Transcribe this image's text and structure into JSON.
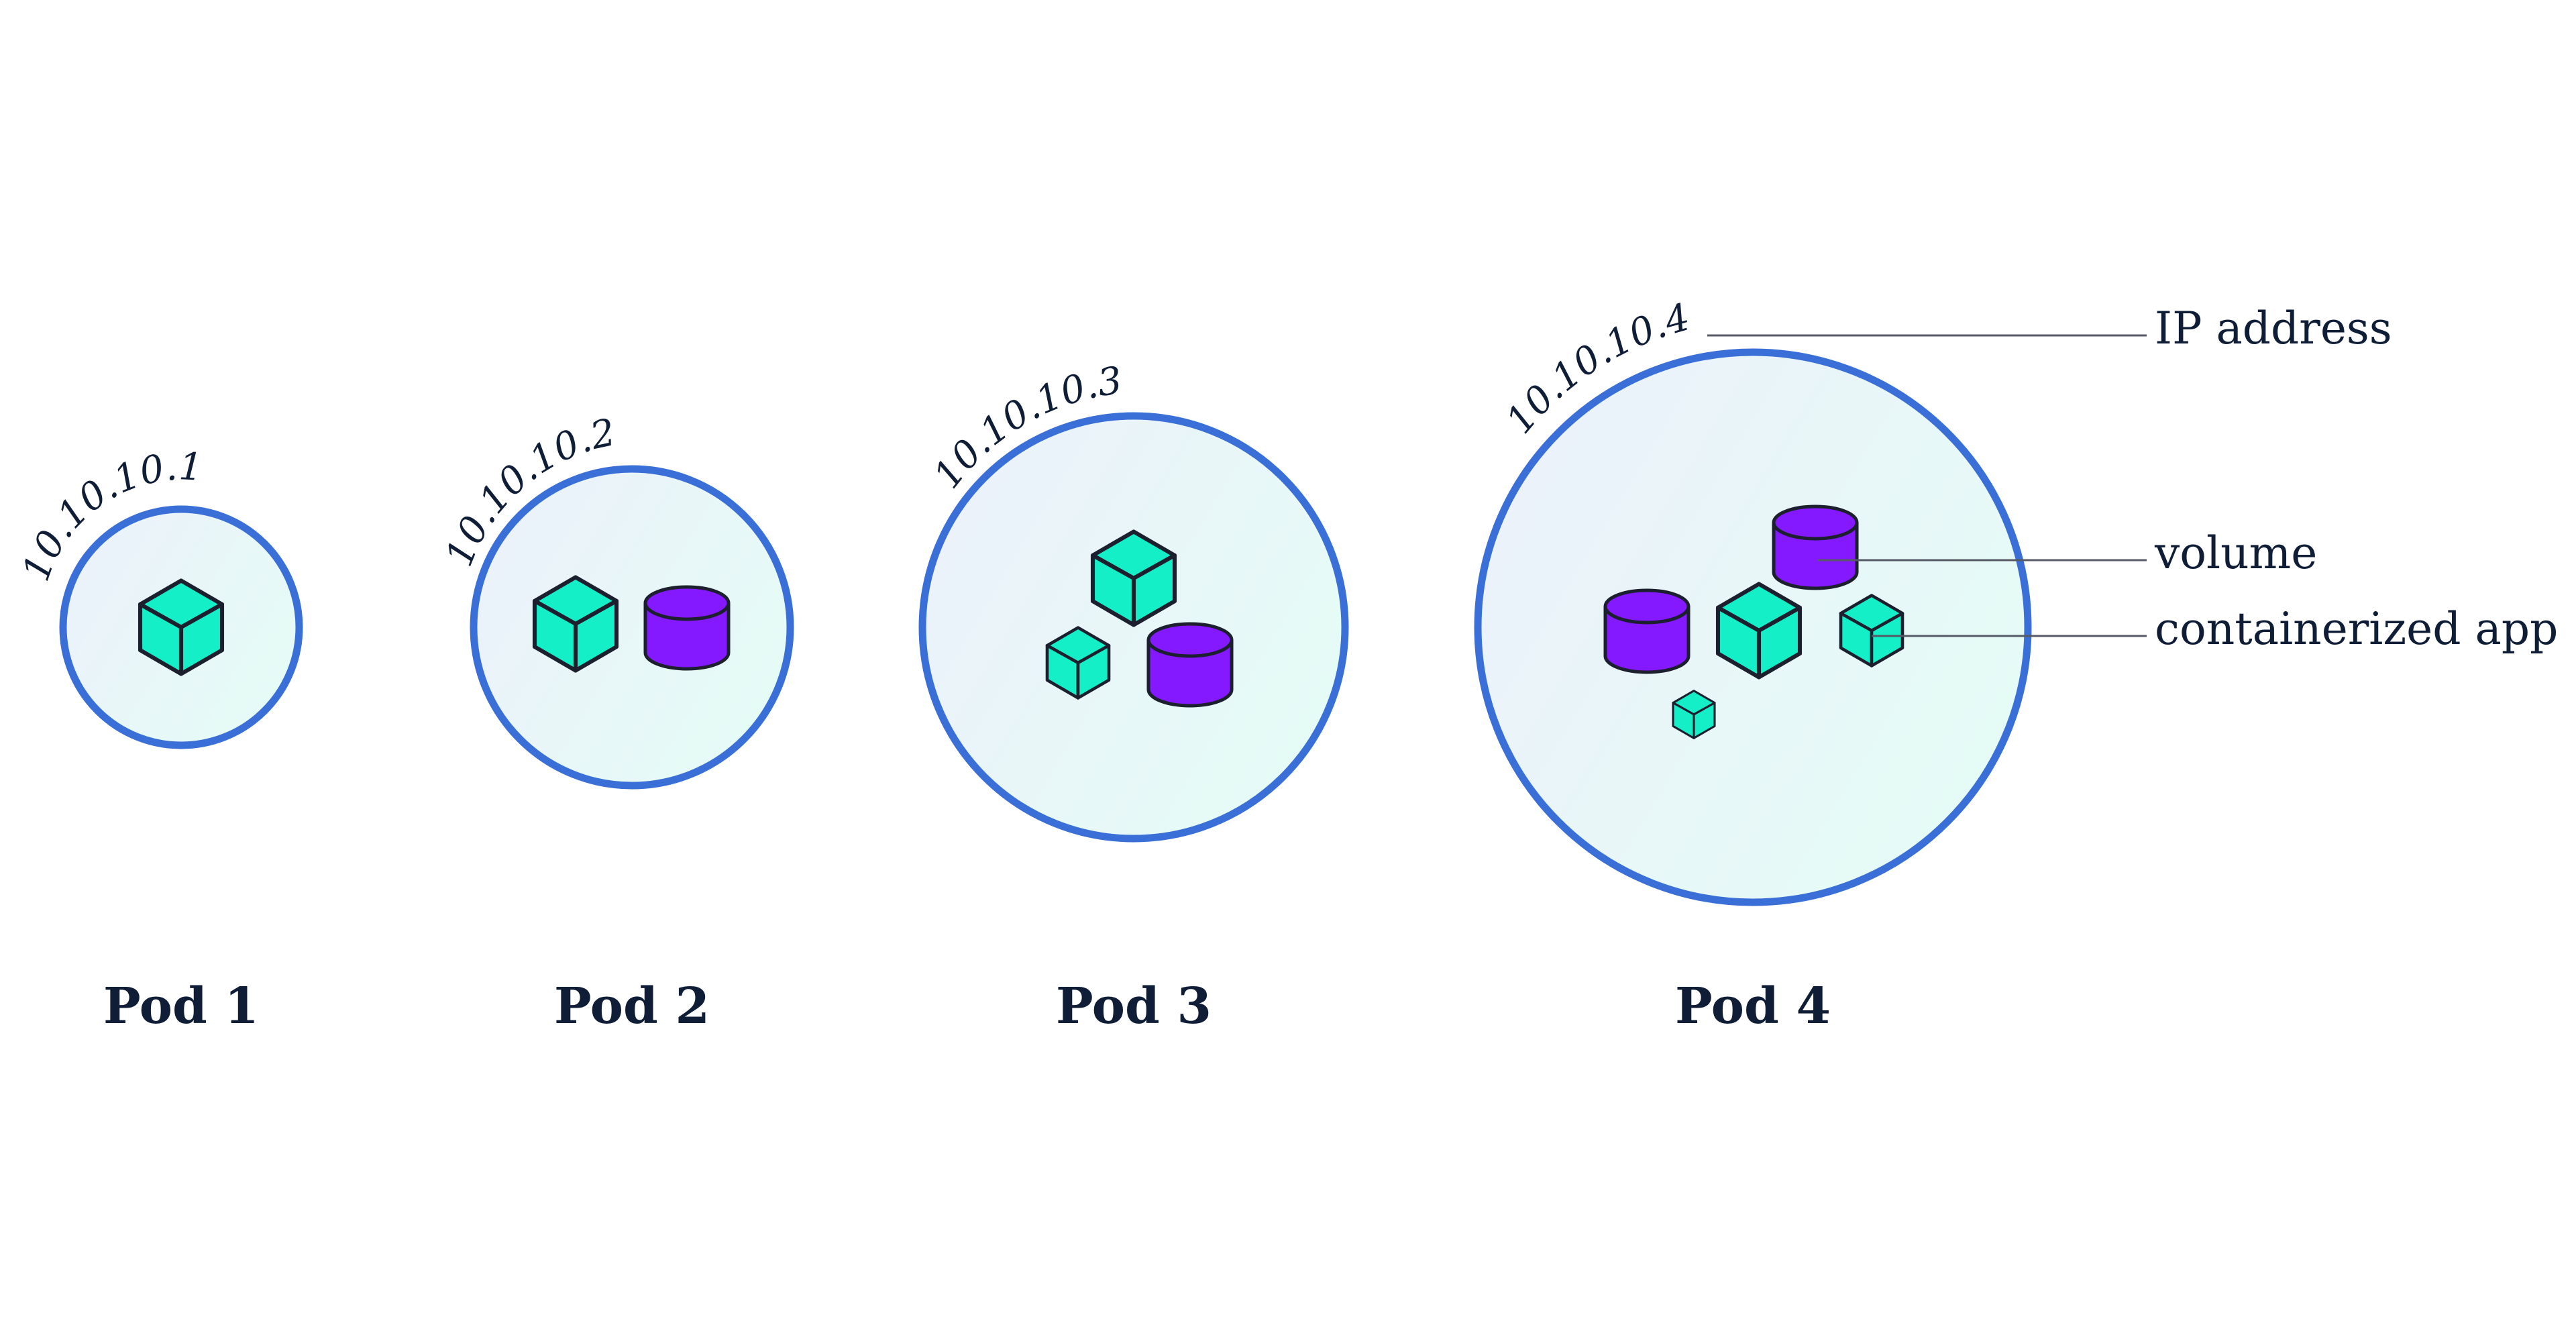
{
  "diagram": {
    "pods": [
      {
        "label": "Pod 1",
        "ip": "10.10.10.1"
      },
      {
        "label": "Pod 2",
        "ip": "10.10.10.2"
      },
      {
        "label": "Pod 3",
        "ip": "10.10.10.3"
      },
      {
        "label": "Pod 4",
        "ip": "10.10.10.4"
      }
    ],
    "legend": {
      "ip_address": "IP address",
      "volume": "volume",
      "containerized_app": "containerized app"
    },
    "icons": {
      "app": "cube-icon",
      "volume": "cylinder-icon"
    },
    "colors": {
      "pod_border": "#3a6fd8",
      "pod_fill_start": "#ecf0fb",
      "pod_fill_end": "#e5fbf6",
      "container": "#14efc8",
      "volume": "#8418ff",
      "outline": "#1c1f2e",
      "text": "#0f1e36",
      "leader_line": "#555a66"
    }
  }
}
